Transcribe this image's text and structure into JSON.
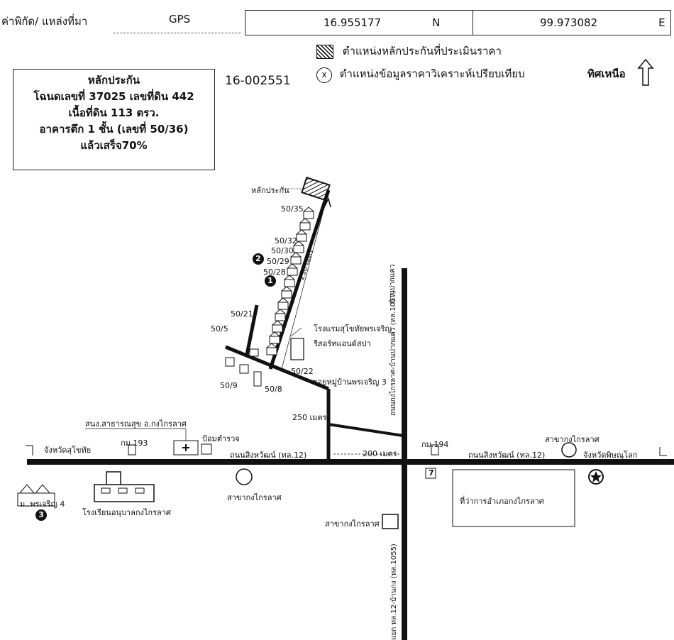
{
  "header": {
    "coord_label": "ค่าพิกัด/  แหล่งที่มา",
    "source": "GPS",
    "lat": "16.955177",
    "lat_dir": "N",
    "lon": "99.973082",
    "lon_dir": "E"
  },
  "legend": {
    "collateral_pos": "ตำแหน่งหลักประกันที่ประเมินราคา",
    "x_mark": "x",
    "comparable_pos": "ตำแหน่งข้อมูลราคาวิเคราะห์เปรียบเทียบ",
    "north": "ทิศเหนือ"
  },
  "ref_code": "16-002551",
  "collateral_box": {
    "line1": "หลักประกัน",
    "line2": "โฉนดเลขที่ 37025 เลขที่ดิน 442",
    "line3": "เนื้อที่ดิน 113  ตรว.",
    "line4": "อาคารตึก 1  ชั้น (เลขที่ 50/36)",
    "line5": "แล้วเสร็จ70%"
  },
  "map_labels": {
    "collateral": "หลักประกัน",
    "h5035": "50/35",
    "h5032": "50/32",
    "h5030": "50/30",
    "h5029": "50/29",
    "h5028": "50/28",
    "h5021": "50/21",
    "h505": "50/5",
    "h509": "50/9",
    "h508": "50/8",
    "h5022": "50/22",
    "dist230": "230 เมตร",
    "dist250": "250 เมตร",
    "dist200": "200 เมตร",
    "hotel1": "โรงแรมสุโขทัยพรเจริญ",
    "hotel2": "รีสอร์ทแอนด์สปา",
    "soi": "ซอยหมู่บ้านพรเจริญ 3",
    "road_v_top": "ถนนกงไกรลาศ-บ้านปากแคว (ทล.1057)",
    "road_v_top_b": "บ้านปากแคว",
    "road_v_bottom": "แยก ทล.12-บ้านกง (ทล.1055)",
    "road_h_left": "ถนนสิงหวัฒน์ (ทล.12)",
    "road_h_right": "ถนนสิงหวัฒน์ (ทล.12)",
    "health": "สนง.สาธารณสุข อ.กงไกรลาศ",
    "police": "ป้อมตำรวจ",
    "km193": "กม.193",
    "km194": "กม.194",
    "to_sukhothai": "จังหวัดสุโขทัย",
    "to_phitsanulok": "จังหวัดพิษณุโลก",
    "branch1": "สาขากงไกรลาศ",
    "branch2": "สาขากงไกรลาศ",
    "branch3": "สาขากงไกรลาศ",
    "district_office": "ที่ว่าการอำเภอกงไกรลาศ",
    "school": "โรงเรียนอนุบาลกงไกรลาศ",
    "village4": "ม..พรเจริญ 4",
    "seven": "7",
    "n1": "1",
    "n2": "2",
    "n3": "3"
  }
}
